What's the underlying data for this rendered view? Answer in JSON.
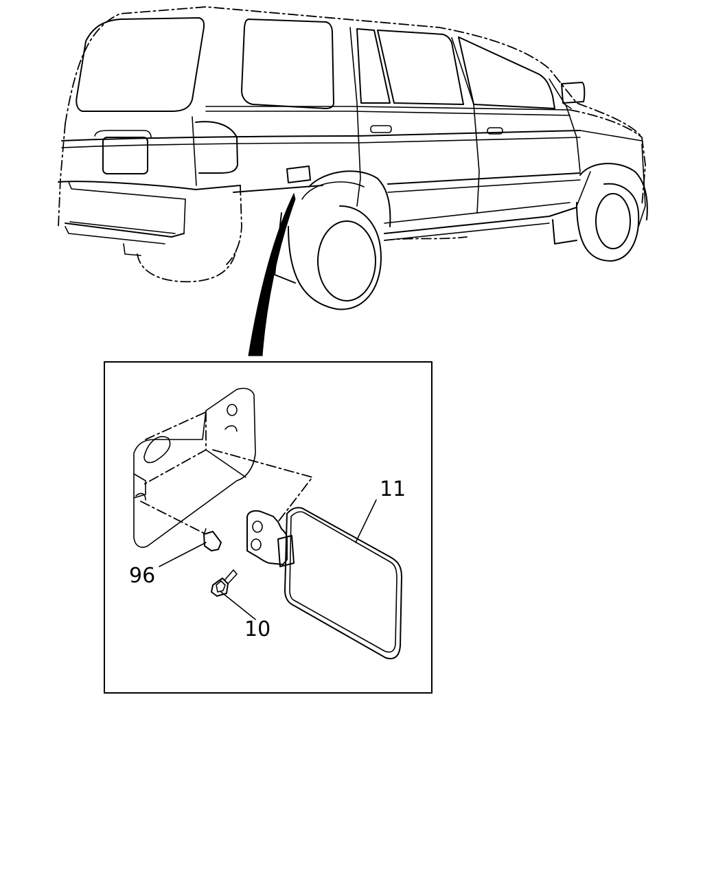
{
  "callouts": {
    "part_11": "11",
    "part_96": "96",
    "part_10": "10"
  },
  "colors": {
    "line": "#000000",
    "background": "#ffffff"
  }
}
